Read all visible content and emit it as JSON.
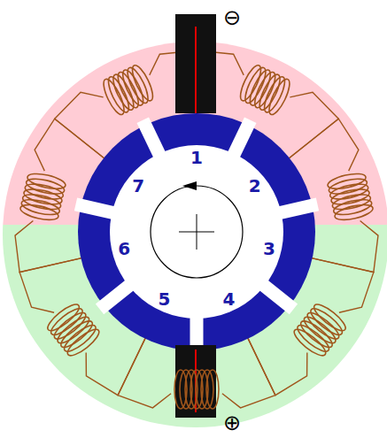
{
  "diagram": {
    "labels": [
      "1",
      "2",
      "3",
      "4",
      "5",
      "6",
      "7",
      "⊖",
      "⊕"
    ]
  }
}
